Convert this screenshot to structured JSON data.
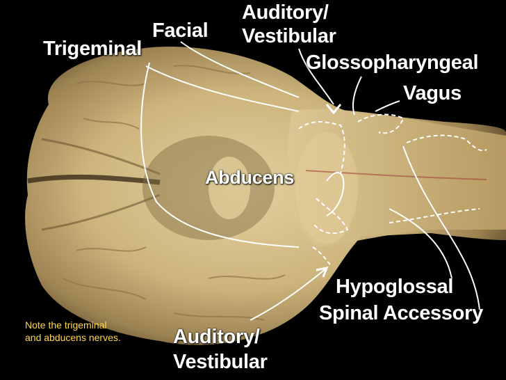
{
  "labels": {
    "trigeminal": "Trigeminal",
    "facial": "Facial",
    "auditory_top_line1": "Auditory/",
    "auditory_top_line2": "Vestibular",
    "glossopharyngeal": "Glossopharyngeal",
    "vagus": "Vagus",
    "abducens": "Abducens",
    "hypoglossal": "Hypoglossal",
    "spinal_accessory": "Spinal Accessory",
    "auditory_bottom_line1": "Auditory/",
    "auditory_bottom_line2": "Vestibular"
  },
  "note": {
    "line1": "Note the trigeminal",
    "line2": "and abducens nerves."
  }
}
